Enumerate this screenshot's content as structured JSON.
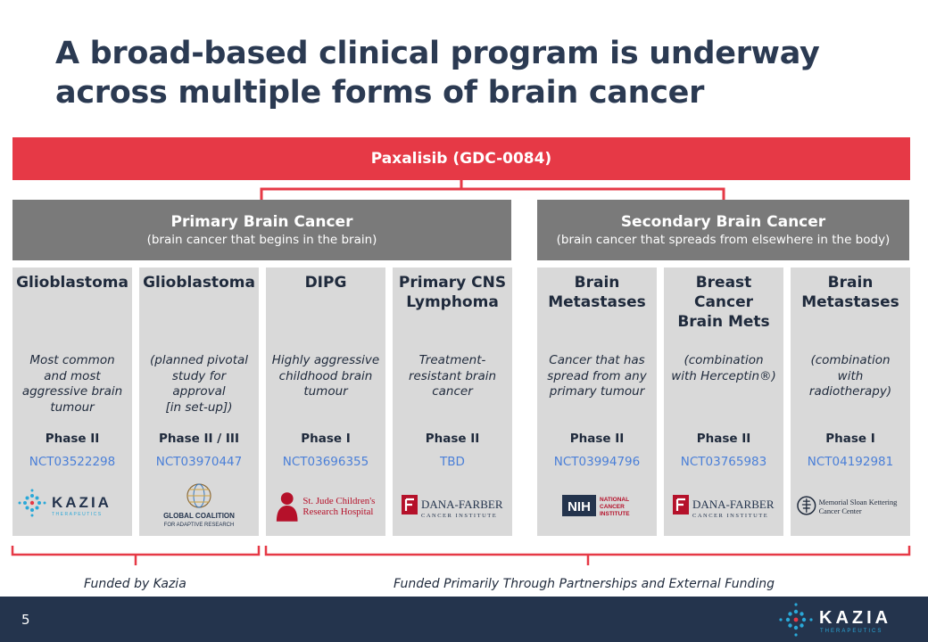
{
  "slide": {
    "title": "A broad-based clinical program is underway across multiple forms of brain cancer",
    "page_number": "5"
  },
  "drug": {
    "label": "Paxalisib (GDC-0084)"
  },
  "categories": [
    {
      "title": "Primary Brain Cancer",
      "subtitle": "(brain cancer that begins in the brain)"
    },
    {
      "title": "Secondary Brain Cancer",
      "subtitle": "(brain cancer that spreads from elsewhere in the body)"
    }
  ],
  "trials": [
    {
      "name": "Glioblastoma",
      "description": "Most common\nand most\naggressive brain\ntumour",
      "phase": "Phase II",
      "nct": "NCT03522298",
      "logo": "kazia-logo",
      "logo_text": "KAZIA",
      "logo_subtext": "THERAPEUTICS"
    },
    {
      "name": "Glioblastoma",
      "description": "(planned pivotal\nstudy for\napproval\n[in set-up])",
      "phase": "Phase II / III",
      "nct": "NCT03970447",
      "logo": "gcar-logo",
      "logo_text": "GLOBAL COALITION",
      "logo_subtext": "FOR ADAPTIVE RESEARCH"
    },
    {
      "name": "DIPG",
      "description": "Highly aggressive\nchildhood brain\ntumour",
      "phase": "Phase I",
      "nct": "NCT03696355",
      "logo": "st-jude-logo",
      "logo_text": "St. Jude Children's",
      "logo_subtext": "Research Hospital"
    },
    {
      "name": "Primary CNS\nLymphoma",
      "description": "Treatment-\nresistant brain\ncancer",
      "phase": "Phase II",
      "nct": "TBD",
      "logo": "dana-farber-logo",
      "logo_text": "DANA-FARBER",
      "logo_subtext": "CANCER INSTITUTE"
    },
    {
      "name": "Brain\nMetastases",
      "description": "Cancer that has\nspread from any\nprimary tumour",
      "phase": "Phase II",
      "nct": "NCT03994796",
      "logo": "nih-nci-logo",
      "logo_text": "NIH",
      "logo_subtext": "NATIONAL CANCER INSTITUTE"
    },
    {
      "name": "Breast\nCancer\nBrain Mets",
      "description": "(combination\nwith Herceptin®)",
      "phase": "Phase II",
      "nct": "NCT03765983",
      "logo": "dana-farber-logo",
      "logo_text": "DANA-FARBER",
      "logo_subtext": "CANCER INSTITUTE"
    },
    {
      "name": "Brain\nMetastases",
      "description": "(combination\nwith\nradiotherapy)",
      "phase": "Phase I",
      "nct": "NCT04192981",
      "logo": "mskcc-logo",
      "logo_text": "Memorial Sloan Kettering",
      "logo_subtext": "Cancer Center"
    }
  ],
  "funding": {
    "left": "Funded by Kazia",
    "right": "Funded Primarily Through Partnerships and External Funding"
  },
  "footer": {
    "logo_text": "KAZIA",
    "logo_subtext": "THERAPEUTICS"
  },
  "colors": {
    "accent_red": "#e63946",
    "navy": "#24344d",
    "link_blue": "#4a7fd8",
    "kazia_blue": "#2aa8d8",
    "kazia_red": "#e63946"
  }
}
